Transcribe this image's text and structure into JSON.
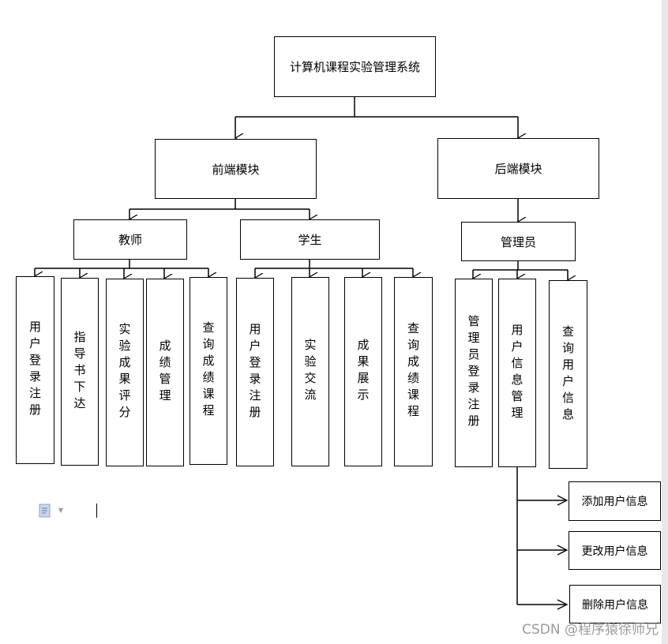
{
  "diagram": {
    "root": "计算机课程实验管理系统",
    "frontend": {
      "title": "前端模块",
      "teacher": {
        "title": "教师",
        "items": [
          "用户登录注册",
          "指导书下达",
          "实验成果评分",
          "成绩管理",
          "查询成绩课程"
        ]
      },
      "student": {
        "title": "学生",
        "items": [
          "用户登录注册",
          "实验交流",
          "成果展示",
          "查询成绩课程"
        ]
      }
    },
    "backend": {
      "title": "后端模块",
      "admin": {
        "title": "管理员",
        "items": [
          "管理员登录注册",
          "用户信息管理",
          "查询用户信息"
        ],
        "user_info_actions": [
          "添加用户信息",
          "更改用户信息",
          "删除用户信息"
        ]
      }
    }
  },
  "icons": {
    "document": "document-icon",
    "dropdown": "dropdown-caret-icon"
  },
  "watermark": "CSDN @程序猿徐师兄"
}
